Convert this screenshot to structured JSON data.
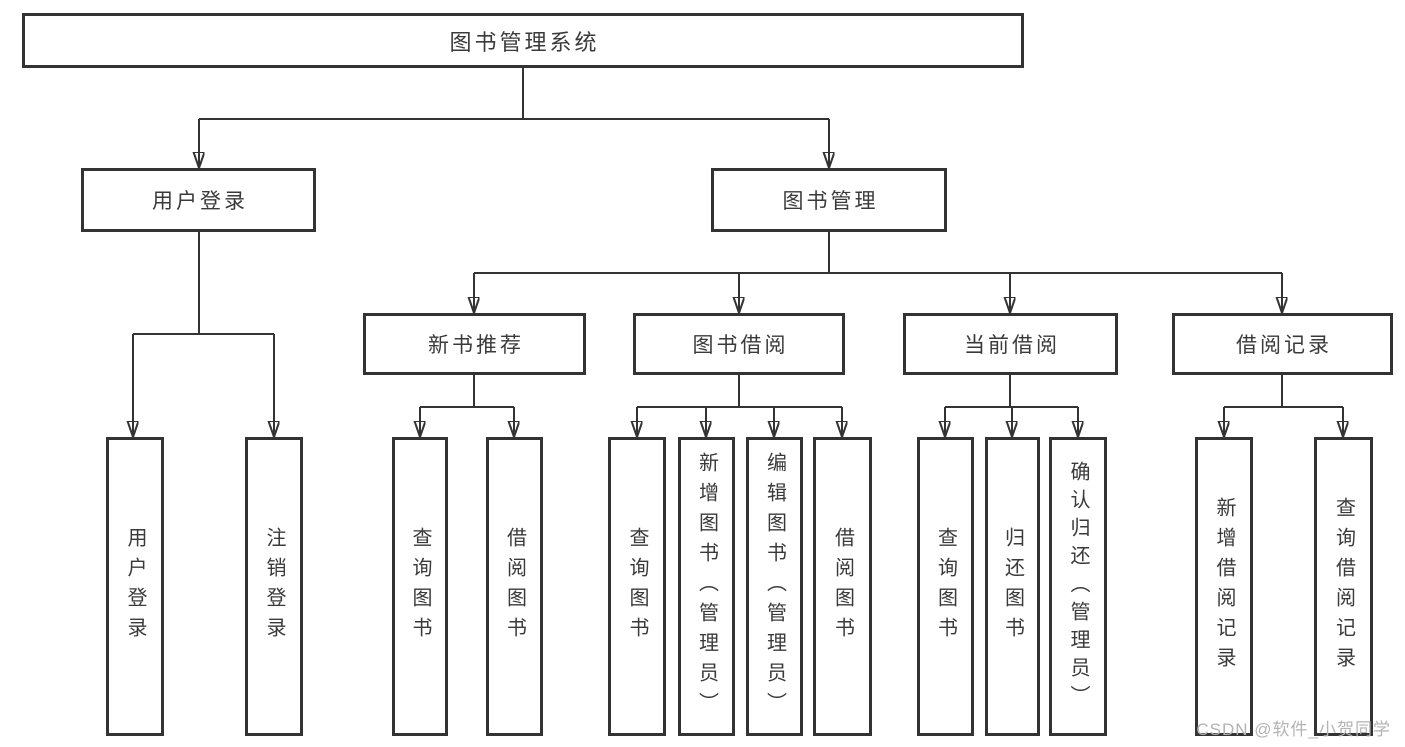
{
  "tree": {
    "root": {
      "label": "图书管理系统",
      "children": [
        {
          "label": "用户登录",
          "children": [
            {
              "label": "用户登录"
            },
            {
              "label": "注销登录"
            }
          ]
        },
        {
          "label": "图书管理",
          "children": [
            {
              "label": "新书推荐",
              "children": [
                {
                  "label": "查询图书"
                },
                {
                  "label": "借阅图书"
                }
              ]
            },
            {
              "label": "图书借阅",
              "children": [
                {
                  "label": "查询图书"
                },
                {
                  "label": "新增图书（管理员）"
                },
                {
                  "label": "编辑图书（管理员）"
                },
                {
                  "label": "借阅图书"
                }
              ]
            },
            {
              "label": "当前借阅",
              "children": [
                {
                  "label": "查询图书"
                },
                {
                  "label": "归还图书"
                },
                {
                  "label": "确认归还（管理员）"
                }
              ]
            },
            {
              "label": "借阅记录",
              "children": [
                {
                  "label": "新增借阅记录"
                },
                {
                  "label": "查询借阅记录"
                }
              ]
            }
          ]
        }
      ]
    }
  },
  "watermark": {
    "text": "CSDN @软件_小贺同学"
  },
  "colors": {
    "line": "#333333",
    "text": "#3a3a3a",
    "watermark": "#b3b3b3",
    "background": "#ffffff"
  }
}
